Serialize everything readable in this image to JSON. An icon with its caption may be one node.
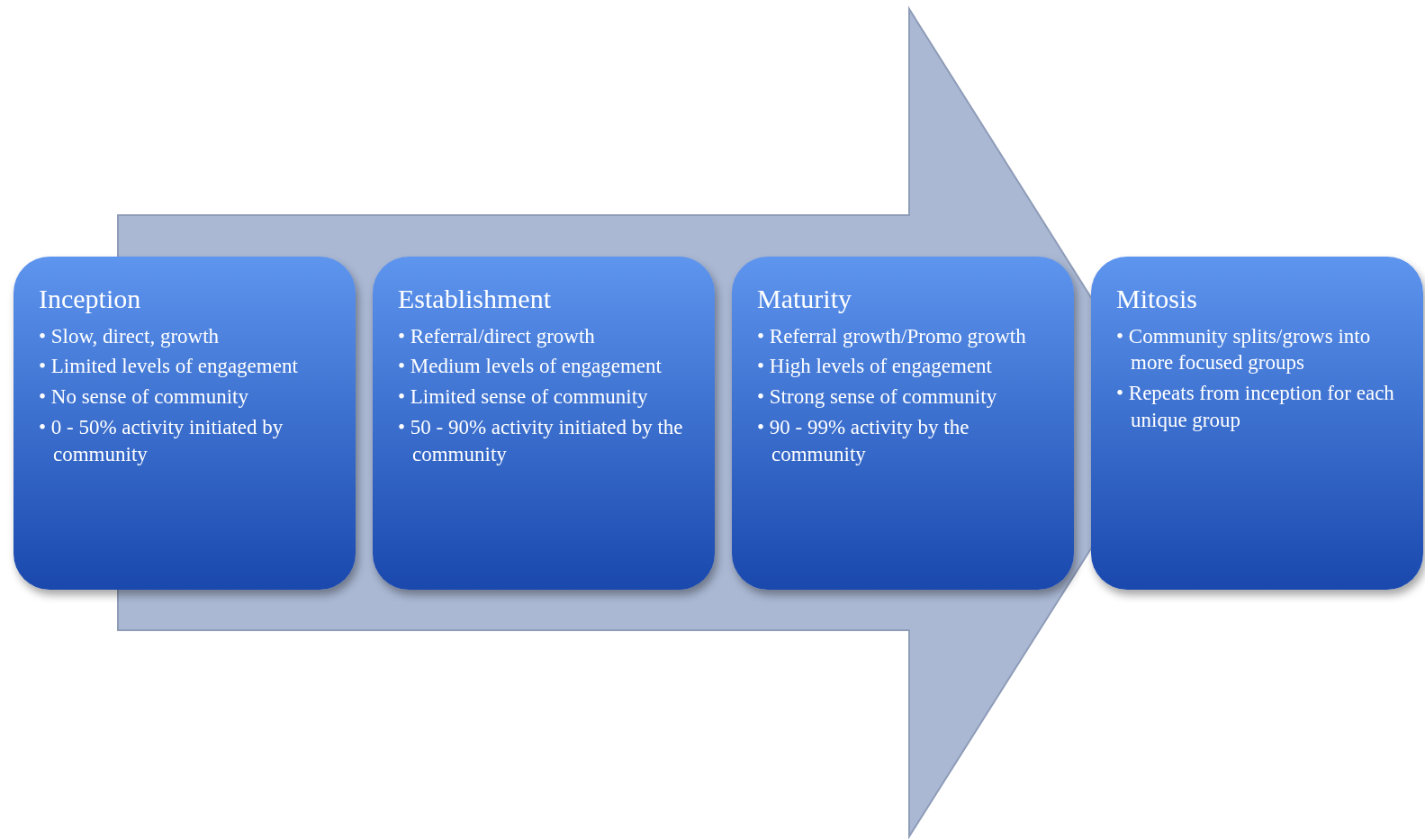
{
  "diagram": {
    "nodes": [
      {
        "text": [
          "Inception",
          "• Slow, direct, growth",
          "• Limited levels of engagement",
          "• No sense of community",
          "• 0 - 50% activity initiated by community"
        ]
      },
      {
        "text": [
          "Establishment",
          "• Referral/direct growth",
          "• Medium levels of engagement",
          "• Limited sense of community",
          "• 50 - 90% activity initiated by the community"
        ]
      },
      {
        "text": [
          "Maturity",
          "• Referral growth/Promo growth",
          "• High levels of engagement",
          "• Strong sense of community",
          "• 90 - 99% activity by the community"
        ]
      },
      {
        "text": [
          "Mitosis",
          "• Community splits/grows into more focused groups",
          "• Repeats from inception for each unique group"
        ]
      }
    ],
    "edges": [
      {
        "from": 0,
        "to": 3,
        "arrow": "to",
        "style": "thick"
      }
    ]
  }
}
